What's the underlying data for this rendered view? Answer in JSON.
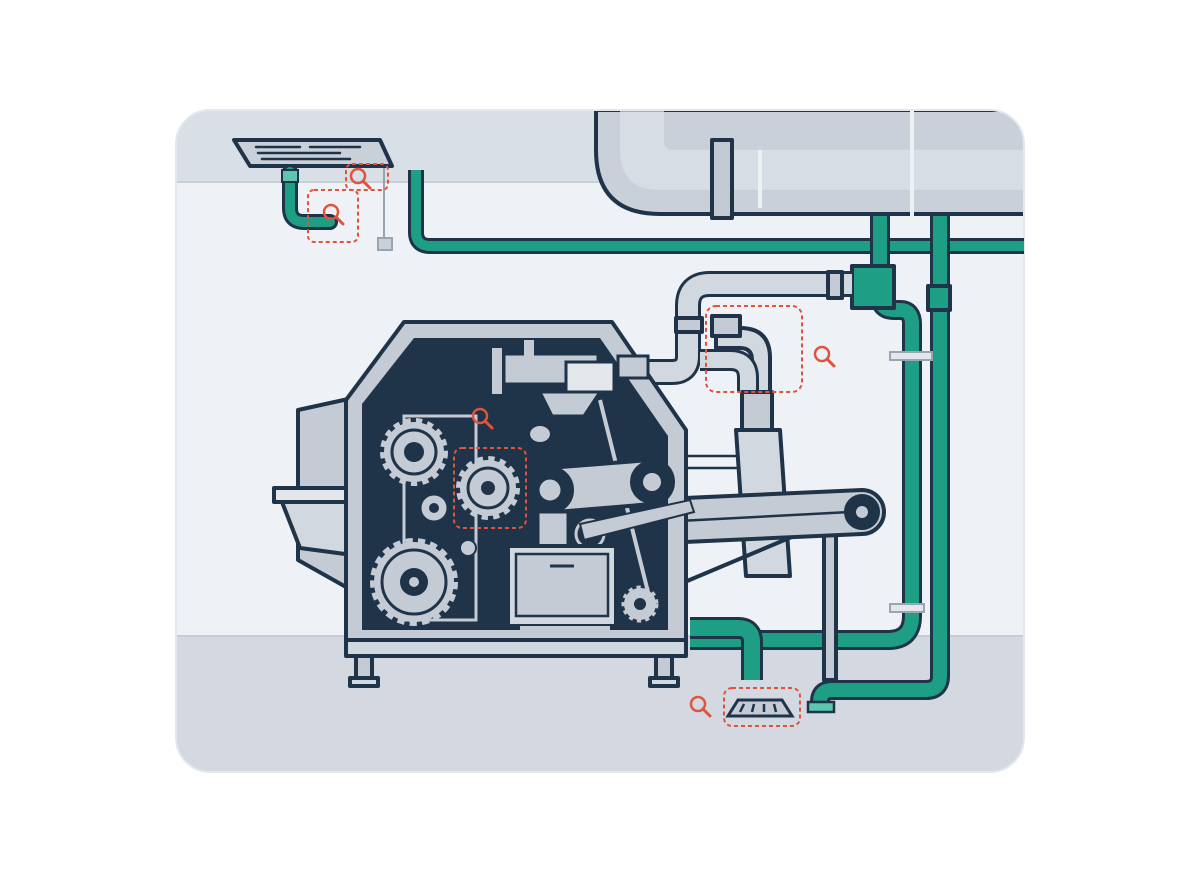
{
  "diagram": {
    "colors": {
      "outline": "#1f3349",
      "pipe_green": "#1f9e86",
      "pipe_green_light": "#5cc6ae",
      "metal": "#c4cbd4",
      "metal_light": "#e3e7ec",
      "machine_interior": "#1f3349",
      "wall": "#eef2f6",
      "floor": "#d4d9e1",
      "ceiling": "#d9dfe7",
      "highlight_red": "#e0533d"
    },
    "hotspots": [
      {
        "id": "ceiling-vent",
        "icon": "magnifier-icon"
      },
      {
        "id": "ceiling-pipe-elbow",
        "icon": "magnifier-icon"
      },
      {
        "id": "pipe-elbow-joint",
        "icon": "magnifier-icon"
      },
      {
        "id": "drive-gear",
        "icon": "magnifier-icon"
      },
      {
        "id": "machine-hopper",
        "icon": "magnifier-icon"
      },
      {
        "id": "floor-drain",
        "icon": "magnifier-icon"
      }
    ]
  }
}
